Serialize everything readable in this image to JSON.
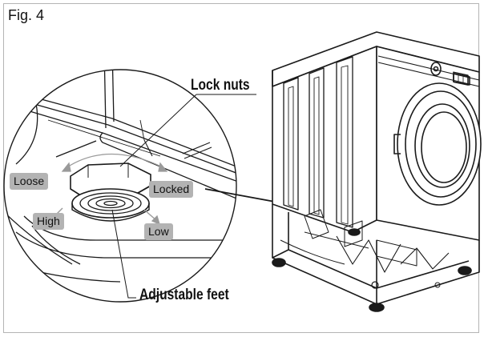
{
  "figure": {
    "label": "Fig. 4"
  },
  "callouts": {
    "lock_nuts": "Lock nuts",
    "adjustable_feet": "Adjustable feet"
  },
  "tags": {
    "loose": "Loose",
    "locked": "Locked",
    "high": "High",
    "low": "Low"
  },
  "colors": {
    "frame_border": "#b4b4b4",
    "tag_background": "#b3b3b3",
    "line": "#1a1a1a"
  }
}
